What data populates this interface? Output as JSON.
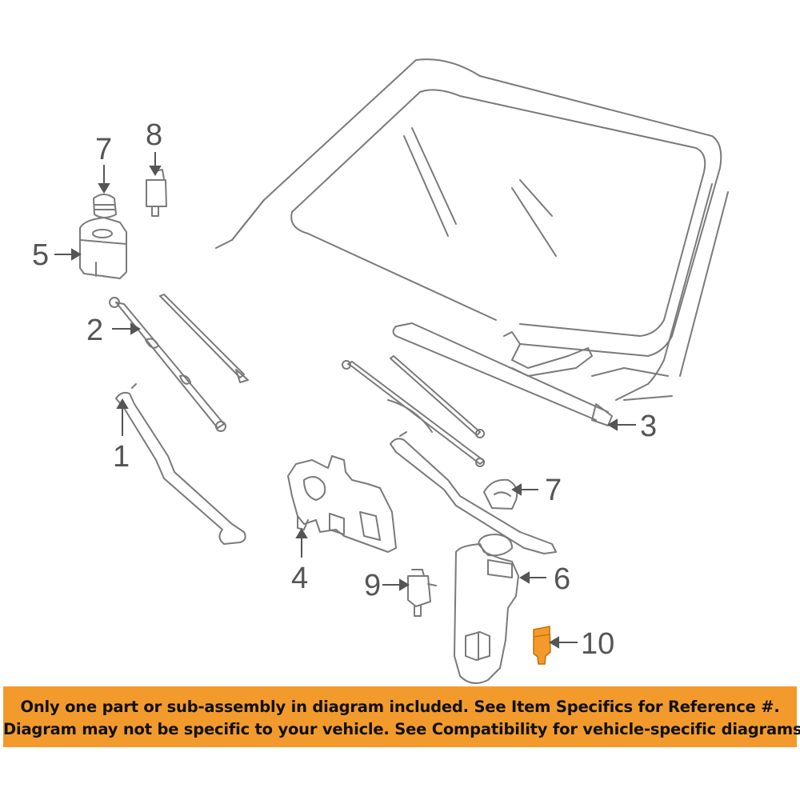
{
  "callouts": {
    "c1": "1",
    "c2": "2",
    "c3": "3",
    "c4": "4",
    "c5": "5",
    "c6": "6",
    "c7a": "7",
    "c7b": "7",
    "c8": "8",
    "c9": "9",
    "c10": "10"
  },
  "banner": {
    "line1": "Only one part or sub-assembly in diagram included. See Item Specifics for Reference #.",
    "line2": "Diagram may not be specific to your vehicle. See Compatibility for vehicle-specific diagrams."
  },
  "colors": {
    "line": "#7a7a7a",
    "highlight_part": "#f29b2c",
    "banner_bg": "#f29b2c"
  }
}
